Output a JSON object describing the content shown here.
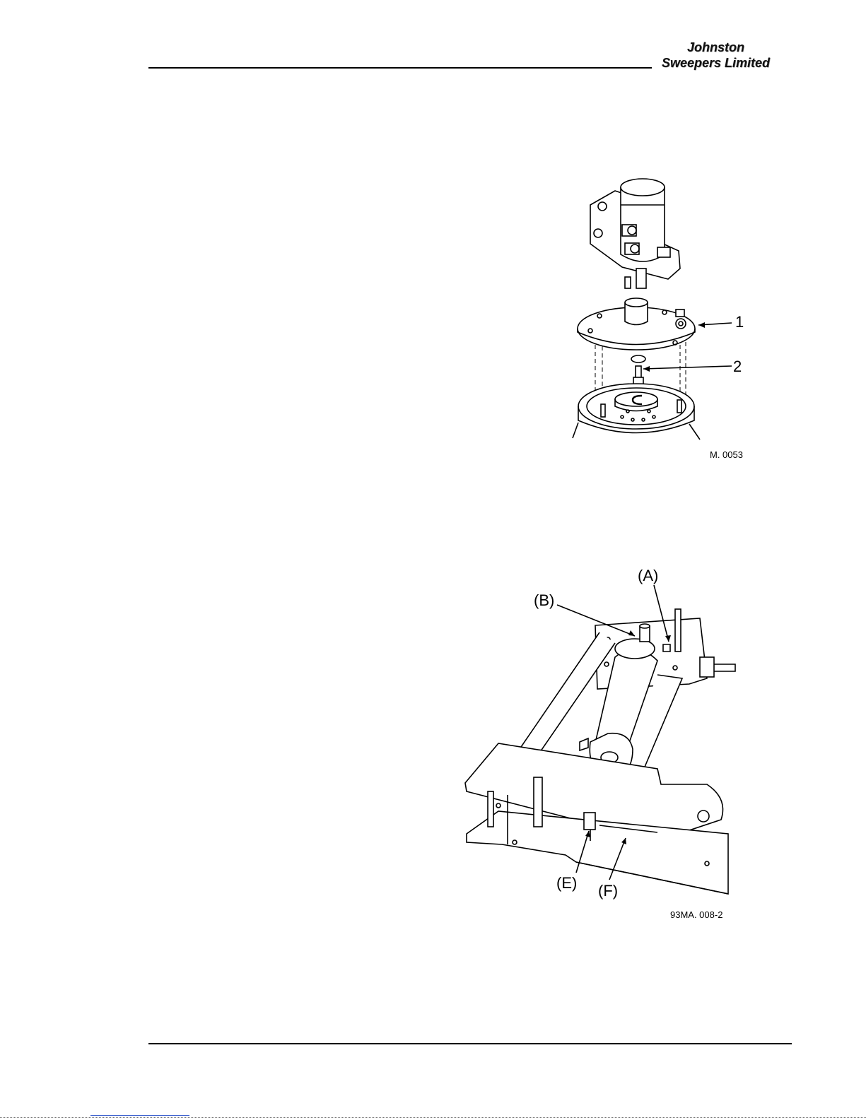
{
  "header": {
    "brand_line1": "Johnston",
    "brand_line2": "Sweepers Limited"
  },
  "figure1": {
    "callouts": [
      "1",
      "2"
    ],
    "reference": "M. 0053"
  },
  "figure2": {
    "callouts": [
      "(A)",
      "(B)",
      "(E)",
      "(F)"
    ],
    "reference": "93MA. 008-2"
  }
}
